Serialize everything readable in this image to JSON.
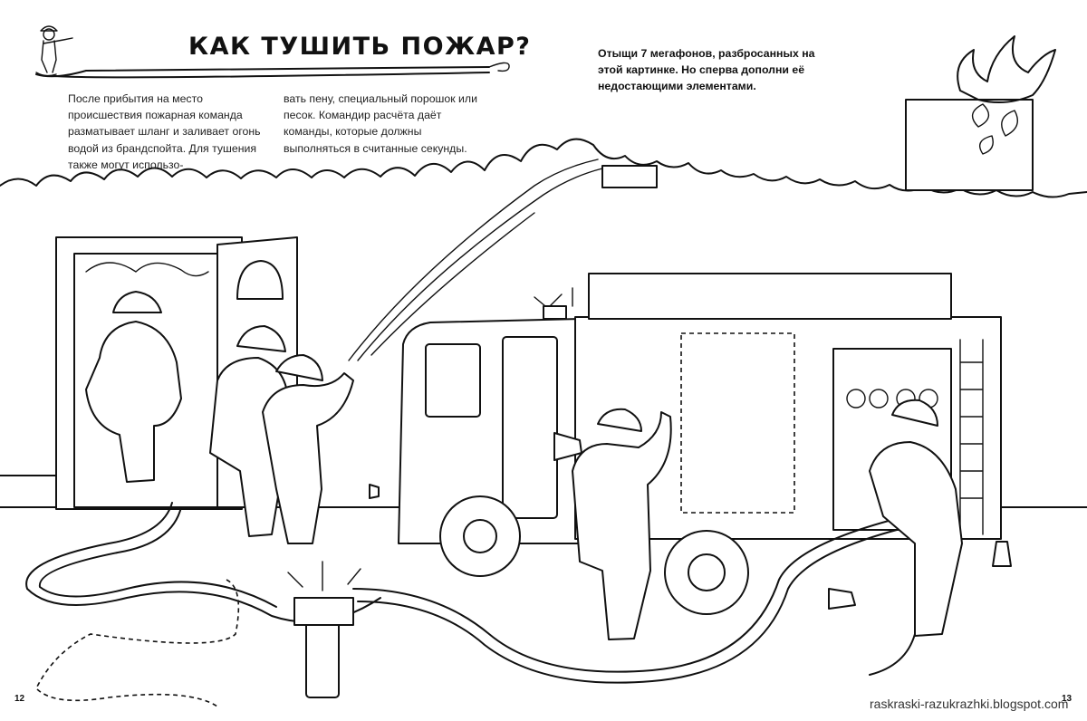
{
  "page": {
    "title": "Как тушить пожар?",
    "intro_column_1": "После прибытия на место происшествия пожарная команда разматывает шланг и заливает огонь водой из брандспойта. Для тушения также могут использо-",
    "intro_column_2": "вать пену, специальный порошок или песок. Командир расчёта даёт команды, которые должны выполняться в считанные секунды.",
    "task": "Отыщи 7 мегафонов, разбросанных на этой картинке. Но сперва дополни её недостающими элементами.",
    "page_number_left": "12",
    "page_number_right": "13",
    "watermark": "raskraski-razukrazhki.blogspot.com"
  },
  "icons": [
    "firefighter-mascot-icon",
    "megaphone-icon",
    "fire-flame-icon"
  ]
}
